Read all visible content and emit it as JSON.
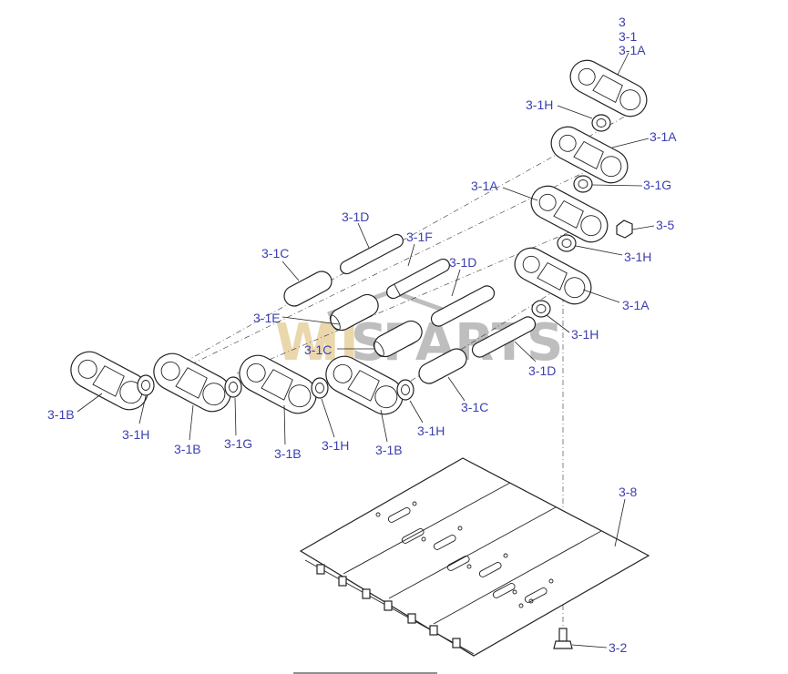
{
  "watermark": {
    "part1": "W",
    "part2": "II",
    "part3": "S",
    "part4": "PARTS",
    "color_gold": "#d9b96a",
    "color_gray": "#8a8a8a"
  },
  "labels": {
    "top_3": "3",
    "top_3_1": "3-1",
    "top_3_1a": "3-1A",
    "h_top": "3-1H",
    "a_right_1": "3-1A",
    "g_right": "3-1G",
    "a_mid": "3-1A",
    "num_3_5": "3-5",
    "h_right": "3-1H",
    "a_right_2": "3-1A",
    "h_right_2": "3-1H",
    "d_upper": "3-1D",
    "f": "3-1F",
    "d_mid": "3-1D",
    "c_upper": "3-1C",
    "e": "3-1E",
    "c_mid": "3-1C",
    "d_lower": "3-1D",
    "c_lower": "3-1C",
    "b1": "3-1B",
    "h_b1": "3-1H",
    "b2": "3-1B",
    "g_low": "3-1G",
    "b3": "3-1B",
    "h_b3": "3-1H",
    "b4": "3-1B",
    "h_b4": "3-1H",
    "num_3_8": "3-8",
    "num_3_2": "3-2"
  }
}
